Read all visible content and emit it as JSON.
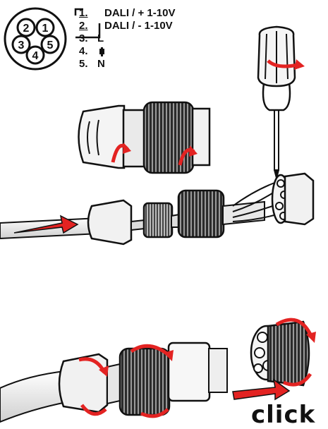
{
  "pinout": {
    "pins": [
      "1",
      "2",
      "3",
      "4",
      "5"
    ]
  },
  "legend": [
    {
      "number": "1.",
      "label": "DALI / + 1-10V"
    },
    {
      "number": "2.",
      "label": "DALI / - 1-10V"
    },
    {
      "number": "3.",
      "label": "L"
    },
    {
      "number": "4.",
      "label": "",
      "icon": "earth-icon"
    },
    {
      "number": "5.",
      "label": "N"
    }
  ],
  "final_step": {
    "label": "click"
  },
  "colors": {
    "arrow": "#e32322",
    "ink": "#111111",
    "part_fill": "#f1f1f1",
    "cable_fill": "#dcdcdc"
  }
}
